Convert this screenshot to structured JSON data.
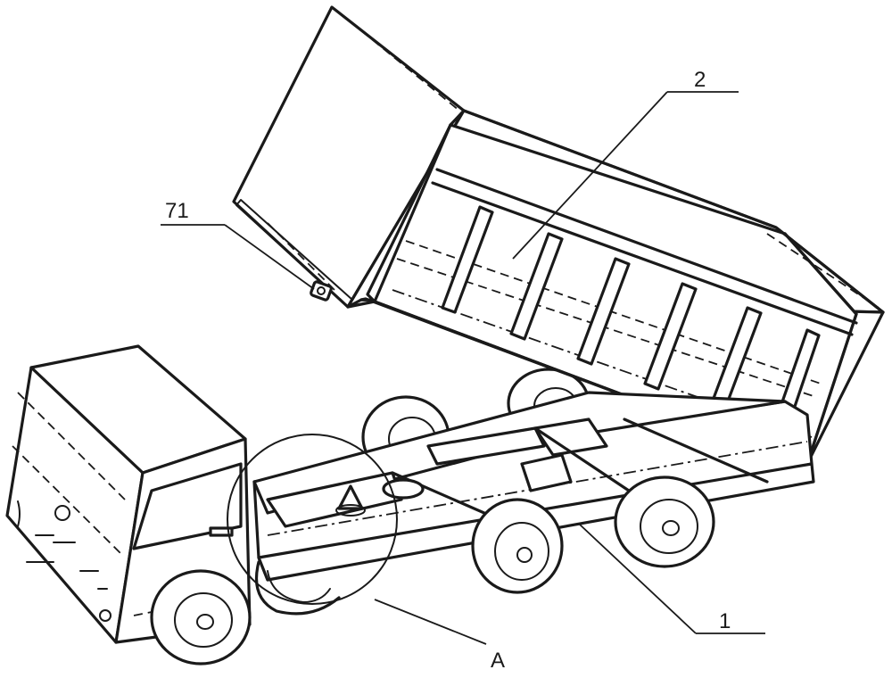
{
  "labels": {
    "body": "2",
    "part71": "71",
    "frame": "1",
    "detail": "A"
  }
}
